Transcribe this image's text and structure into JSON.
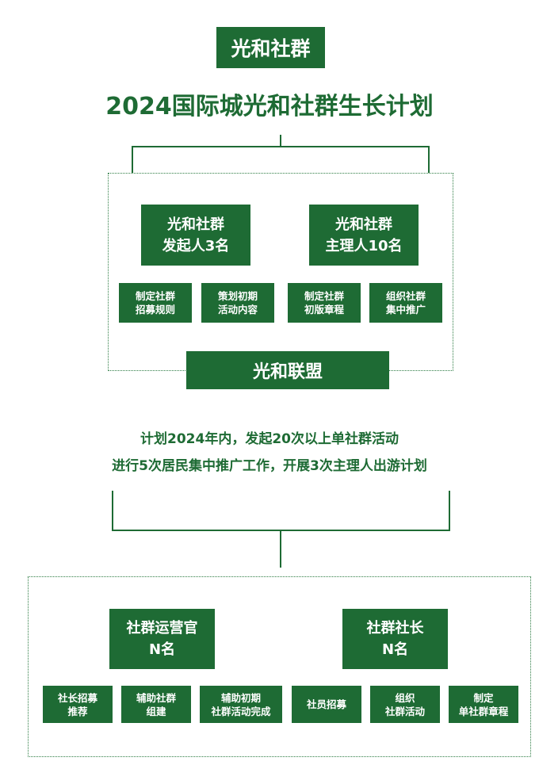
{
  "header": {
    "badge": "光和社群",
    "title": "2024国际城光和社群生长计划"
  },
  "section1": {
    "left_title": "光和社群\n发起人3名",
    "right_title": "光和社群\n主理人10名",
    "tasks": [
      "制定社群\n招募规则",
      "策划初期\n活动内容",
      "制定社群\n初版章程",
      "组织社群\n集中推广"
    ],
    "alliance": "光和联盟"
  },
  "plan": {
    "line1": "计划2024年内，发起20次以上单社群活动",
    "line2": "进行5次居民集中推广工作，开展3次主理人出游计划"
  },
  "section2": {
    "left_title": "社群运营官\nN名",
    "right_title": "社群社长\nN名",
    "tasks": [
      "社长招募\n推荐",
      "辅助社群\n组建",
      "辅助初期\n社群活动完成",
      "社员招募",
      "组织\n社群活动",
      "制定\n单社群章程"
    ]
  },
  "colors": {
    "primary": "#1e6b34",
    "background": "#ffffff"
  }
}
